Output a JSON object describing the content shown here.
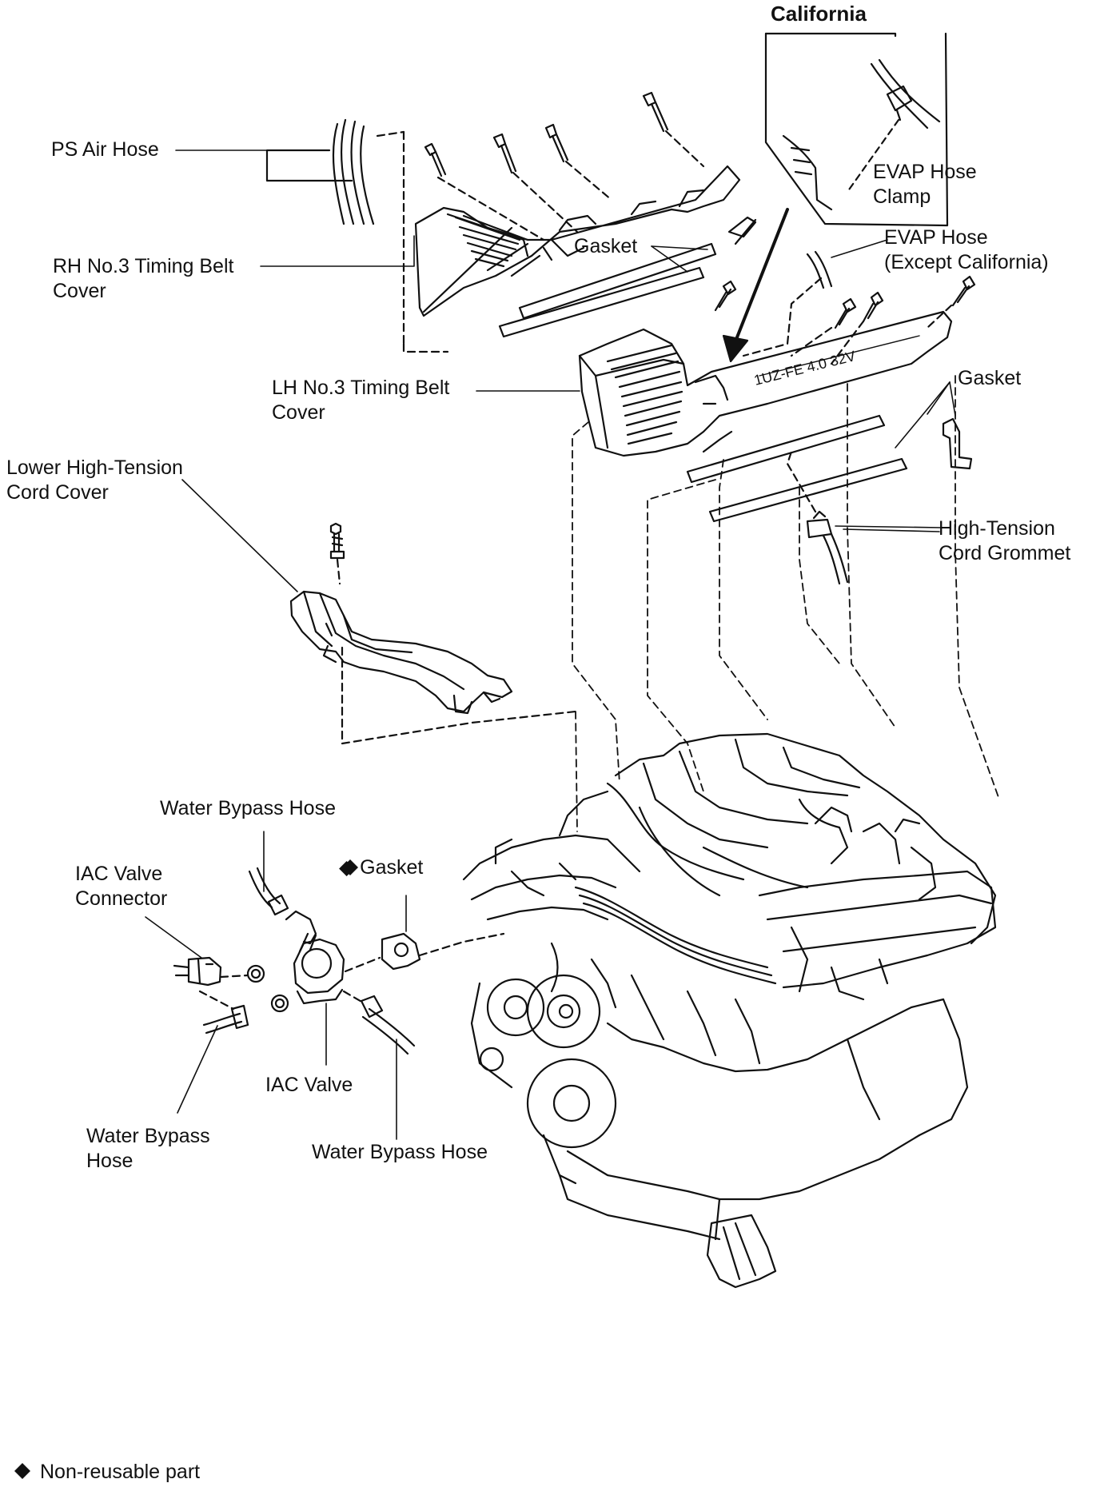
{
  "diagram": {
    "inset_title": "California",
    "legend": {
      "symbol": "◆",
      "text": "Non-reusable part"
    },
    "cover_marking": "1UZ-FE 4.0 32V"
  },
  "labels": {
    "ps_air_hose": "PS Air Hose",
    "rh_cover_l1": "RH No.3 Timing Belt",
    "rh_cover_l2": "Cover",
    "gasket_upper": "Gasket",
    "evap_clamp_l1": "EVAP Hose",
    "evap_clamp_l2": "Clamp",
    "evap_hose_l1": "EVAP Hose",
    "evap_hose_l2": "(Except California)",
    "lh_cover_l1": "LH No.3 Timing Belt",
    "lh_cover_l2": "Cover",
    "gasket_right": "Gasket",
    "lower_cord_l1": "Lower High-Tension",
    "lower_cord_l2": "Cord Cover",
    "grommet_l1": "High-Tension",
    "grommet_l2": "Cord Grommet",
    "water_bypass_top": "Water Bypass Hose",
    "iac_conn_l1": "IAC Valve",
    "iac_conn_l2": "Connector",
    "gasket_iac": "◆ Gasket",
    "iac_valve": "IAC Valve",
    "water_bypass_left_l1": "Water Bypass",
    "water_bypass_left_l2": "Hose",
    "water_bypass_bottom": "Water Bypass Hose"
  }
}
